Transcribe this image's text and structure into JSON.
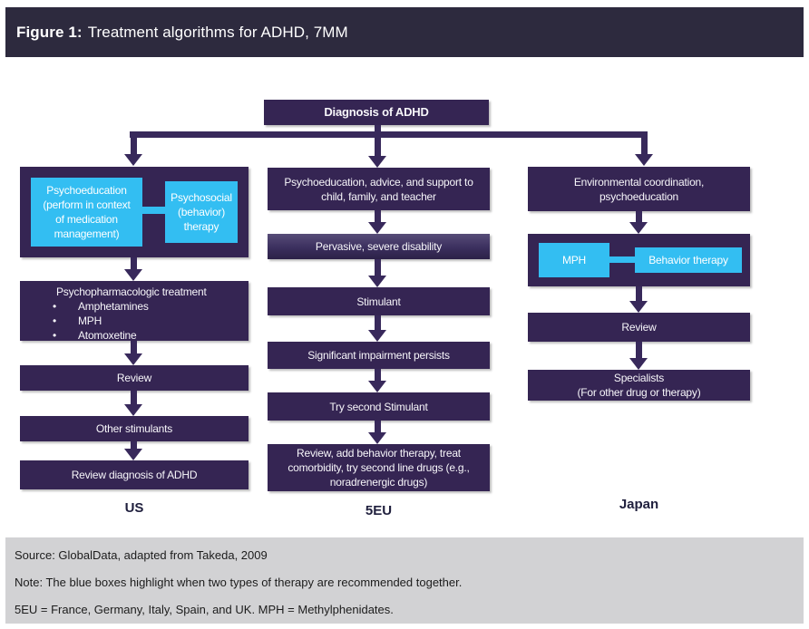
{
  "title": {
    "prefix": "Figure 1:",
    "text": "Treatment algorithms for ADHD, 7MM"
  },
  "colors": {
    "title_bar": "#2d2a3e",
    "box_bg": "#352553",
    "arrow": "#38295b",
    "blue": "#33bef2",
    "footer_bg": "#d2d2d4",
    "label_text": "#1f1f3d"
  },
  "diagram": {
    "root_label": "Diagnosis of ADHD",
    "us": {
      "region_label": "US",
      "combo_left_lines": [
        "Psychoeducation",
        "(perform in context",
        "of medication",
        "management)"
      ],
      "combo_right_lines": [
        "Psychosocial",
        "(behavior)",
        "therapy"
      ],
      "pharm_title": "Psychopharmacologic treatment",
      "pharm_bullets": [
        "Amphetamines",
        "MPH",
        "Atomoxetine"
      ],
      "bullet_glyph": "•",
      "step_review": "Review",
      "step_other_stimulants": "Other stimulants",
      "step_review_diagnosis": "Review diagnosis of ADHD"
    },
    "eu": {
      "region_label": "5EU",
      "step1_lines": [
        "Psychoeducation, advice, and support to",
        "child, family, and teacher"
      ],
      "step2": "Pervasive, severe disability",
      "step3": "Stimulant",
      "step4": "Significant impairment persists",
      "step5": "Try second Stimulant",
      "step6_lines": [
        "Review, add behavior therapy, treat",
        "comorbidity, try second line drugs (e.g.,",
        "noradrenergic drugs)"
      ]
    },
    "japan": {
      "region_label": "Japan",
      "step_env_lines": [
        "Environmental coordination,",
        "psychoeducation"
      ],
      "combo_left": "MPH",
      "combo_right": "Behavior therapy",
      "step_review": "Review",
      "specialists_lines": [
        "Specialists",
        "(For other drug or therapy)"
      ]
    }
  },
  "footer": {
    "source": "Source: GlobalData, adapted from Takeda, 2009",
    "note": "Note: The blue boxes highlight when two types of therapy are recommended together.",
    "abbrev": "5EU = France, Germany, Italy, Spain, and UK. MPH = Methylphenidates."
  }
}
